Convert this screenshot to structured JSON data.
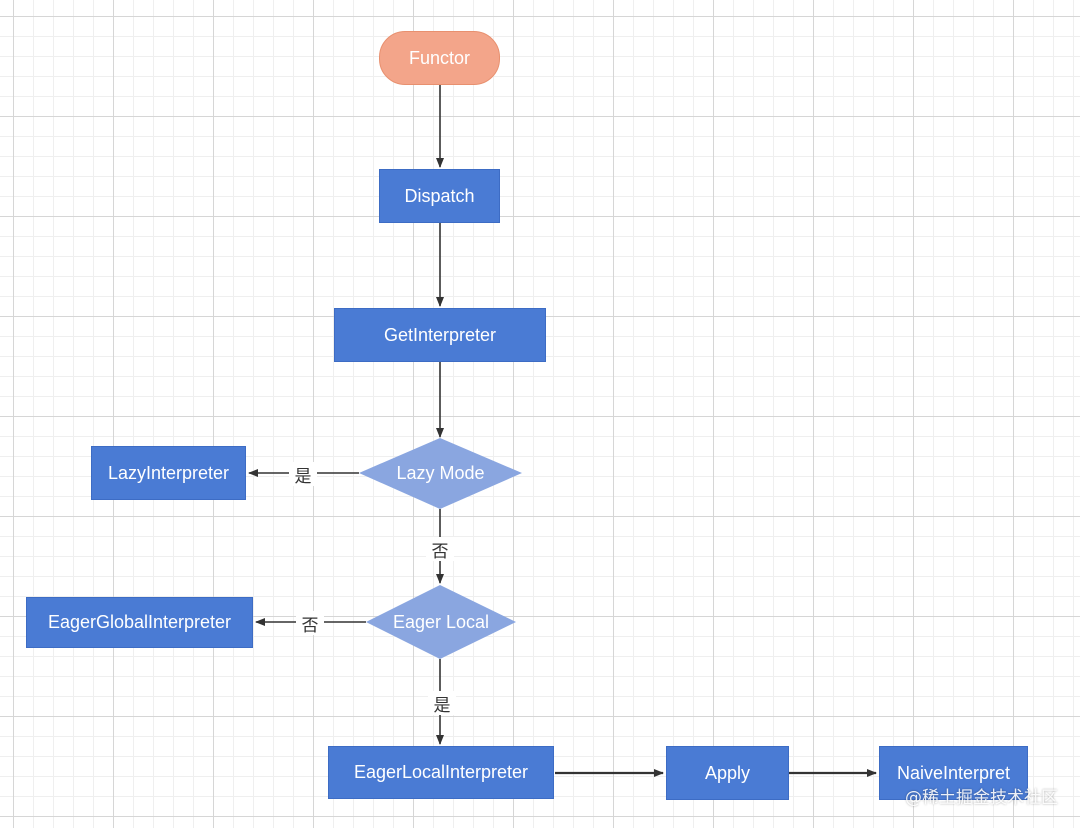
{
  "nodes": {
    "functor": "Functor",
    "dispatch": "Dispatch",
    "get_interpreter": "GetInterpreter",
    "lazy_mode": "Lazy Mode",
    "lazy_interpreter": "LazyInterpreter",
    "eager_local": "Eager Local",
    "eager_global_interpreter": "EagerGlobalInterpreter",
    "eager_local_interpreter": "EagerLocalInterpreter",
    "apply": "Apply",
    "naive_interpret": "NaiveInterpret"
  },
  "edge_labels": {
    "lazy_yes": "是",
    "lazy_no": "否",
    "eager_no": "否",
    "eager_yes": "是"
  },
  "colors": {
    "process": "#4a7bd4",
    "decision": "#8aa6e0",
    "start": "#f3a58a",
    "arrow": "#333333"
  },
  "watermark": "@稀土掘金技术社区"
}
